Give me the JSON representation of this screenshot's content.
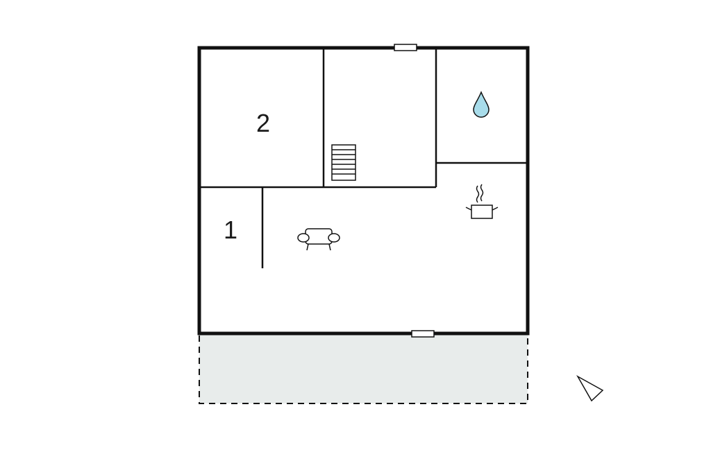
{
  "floor_plan": {
    "rooms": [
      {
        "id": "bedroom-2",
        "label": "2"
      },
      {
        "id": "bedroom-1",
        "label": "1"
      },
      {
        "id": "stair-hall",
        "label": ""
      },
      {
        "id": "bathroom",
        "label": ""
      },
      {
        "id": "living-kitchen",
        "label": ""
      },
      {
        "id": "terrace",
        "label": ""
      }
    ],
    "icons": [
      "stairs-icon",
      "water-drop-icon",
      "cooking-pot-icon",
      "sofa-icon",
      "compass-arrow-icon"
    ],
    "colors": {
      "wall": "#111111",
      "terrace_fill": "#e8eceb",
      "water_drop": "#a8dcea",
      "background": "#ffffff"
    }
  }
}
